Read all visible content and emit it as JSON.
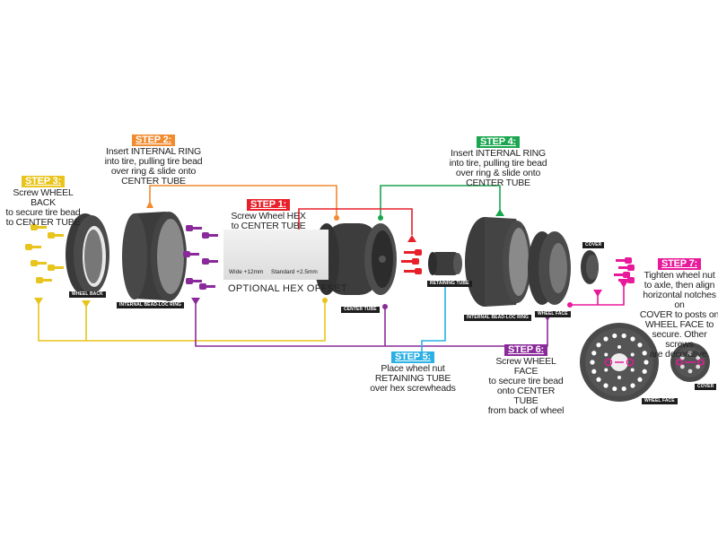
{
  "colors": {
    "step1": "#e8202a",
    "step2": "#f28a2e",
    "step3": "#e8c41c",
    "step4": "#1aa64f",
    "step5": "#2ab0e4",
    "step6": "#8a2a9a",
    "step7": "#e8199a",
    "part": "#3a3a3a",
    "label_bg": "#1e1e1e"
  },
  "steps": [
    {
      "id": "step1",
      "badge": "STEP 1:",
      "lines": [
        "Screw Wheel HEX",
        "to CENTER TUBE"
      ]
    },
    {
      "id": "step2",
      "badge": "STEP 2:",
      "lines": [
        "Insert INTERNAL RING",
        "into tire, pulling tire bead",
        "over ring & slide onto",
        "CENTER TUBE"
      ]
    },
    {
      "id": "step3",
      "badge": "STEP 3:",
      "lines": [
        "Screw WHEEL BACK",
        "to secure tire bead",
        "to CENTER TUBE"
      ]
    },
    {
      "id": "step4",
      "badge": "STEP 4:",
      "lines": [
        "Insert INTERNAL RING",
        "into tire, pulling tire bead",
        "over ring & slide onto",
        "CENTER TUBE"
      ]
    },
    {
      "id": "step5",
      "badge": "STEP 5:",
      "lines": [
        "Place wheel nut",
        "RETAINING TUBE",
        "over hex screwheads"
      ]
    },
    {
      "id": "step6",
      "badge": "STEP 6:",
      "lines": [
        "Screw WHEEL FACE",
        "to secure tire bead",
        "onto CENTER TUBE",
        "from back of wheel"
      ]
    },
    {
      "id": "step7",
      "badge": "STEP 7:",
      "lines": [
        "Tighten wheel nut",
        "to axle, then align",
        "horizontal notches on",
        "COVER to posts on",
        "WHEEL FACE to",
        "secure. Other screws",
        "are decorative."
      ]
    }
  ],
  "part_labels": {
    "wheel_back": "WHEEL BACK",
    "bead_loc_ring_left": "INTERNAL BEAD-LOC RING",
    "center_tube": "CENTER TUBE",
    "retaining_tube": "RETAINING TUBE",
    "bead_loc_ring_right": "INTERNAL BEAD-LOC RING",
    "wheel_face": "WHEEL FACE",
    "cover": "COVER",
    "wheel_face_front": "WHEEL FACE",
    "cover_front": "COVER"
  },
  "hex_offset": {
    "title": "OPTIONAL HEX OFFSET",
    "wide": "Wide +12mm",
    "standard": "Standard +2.5mm"
  }
}
